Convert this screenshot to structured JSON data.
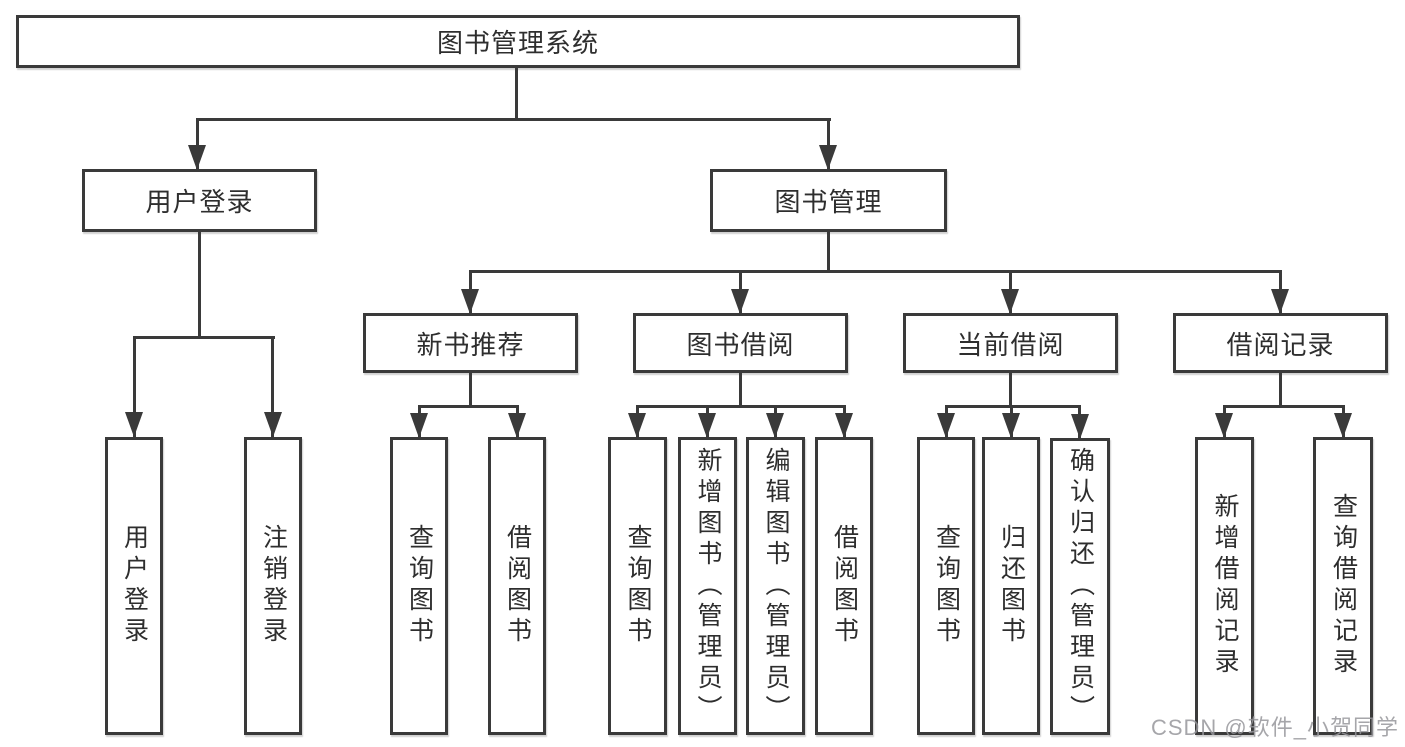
{
  "tree": {
    "root": {
      "label": "图书管理系统"
    },
    "children": [
      {
        "label": "用户登录",
        "children": [
          {
            "label": "用户登录"
          },
          {
            "label": "注销登录"
          }
        ]
      },
      {
        "label": "图书管理",
        "children": [
          {
            "label": "新书推荐",
            "children": [
              {
                "label": "查询图书"
              },
              {
                "label": "借阅图书"
              }
            ]
          },
          {
            "label": "图书借阅",
            "children": [
              {
                "label": "查询图书"
              },
              {
                "label": "新增图书（管理员）"
              },
              {
                "label": "编辑图书（管理员）"
              },
              {
                "label": "借阅图书"
              }
            ]
          },
          {
            "label": "当前借阅",
            "children": [
              {
                "label": "查询图书"
              },
              {
                "label": "归还图书"
              },
              {
                "label": "确认归还（管理员）"
              }
            ]
          },
          {
            "label": "借阅记录",
            "children": [
              {
                "label": "新增借阅记录"
              },
              {
                "label": "查询借阅记录"
              }
            ]
          }
        ]
      }
    ]
  },
  "watermark": {
    "text": "CSDN @软件_小贺同学"
  }
}
